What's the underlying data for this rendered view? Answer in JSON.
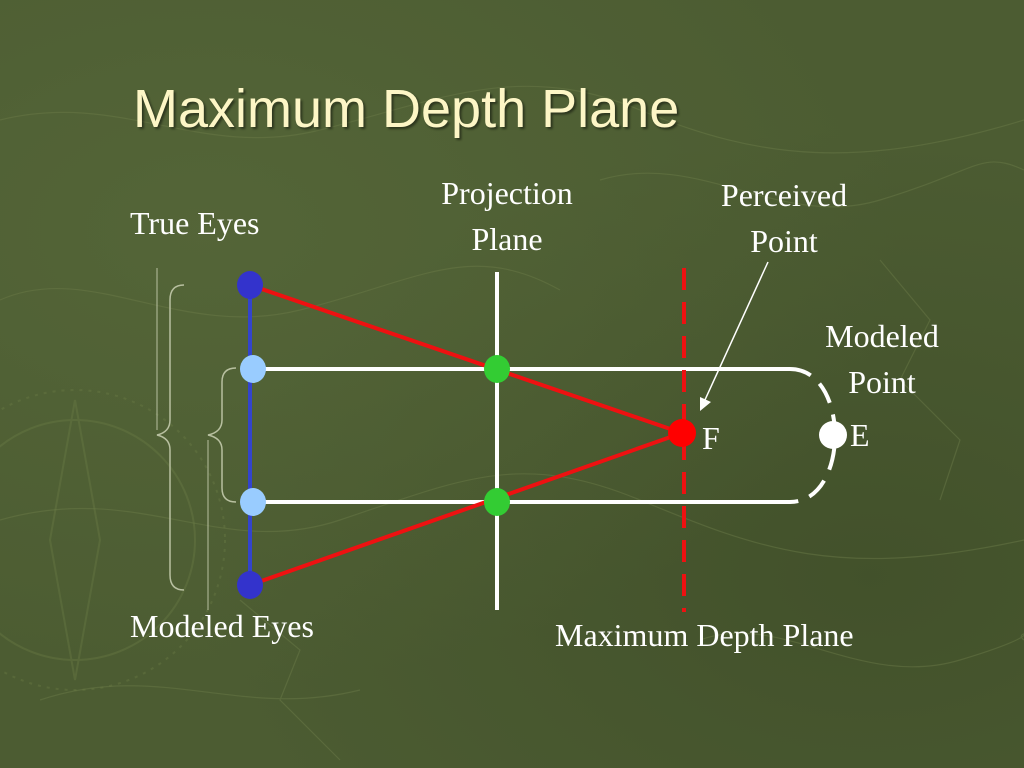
{
  "slide": {
    "title": "Maximum Depth Plane"
  },
  "labels": {
    "true_eyes": "True Eyes",
    "projection_plane_line1": "Projection",
    "projection_plane_line2": "Plane",
    "perceived_point_line1": "Perceived",
    "perceived_point_line2": "Point",
    "modeled_point_line1": "Modeled",
    "modeled_point_line2": "Point",
    "point_f": "F",
    "point_e": "E",
    "modeled_eyes": "Modeled Eyes",
    "maximum_depth_plane": "Maximum Depth Plane"
  },
  "colors": {
    "background": "#4c5c32",
    "title_text": "#fdf6c6",
    "true_eye_dot": "#3333cc",
    "modeled_eye_dot": "#99ccff",
    "intersection_dot": "#33cc33",
    "perceived_point_dot": "#ff0000",
    "modeled_point_dot": "#ffffff",
    "sight_lines": "#ee1111",
    "eye_baseline": "#3344cc",
    "max_depth_plane_line": "#ee1111",
    "rays_and_plane": "#ffffff"
  }
}
